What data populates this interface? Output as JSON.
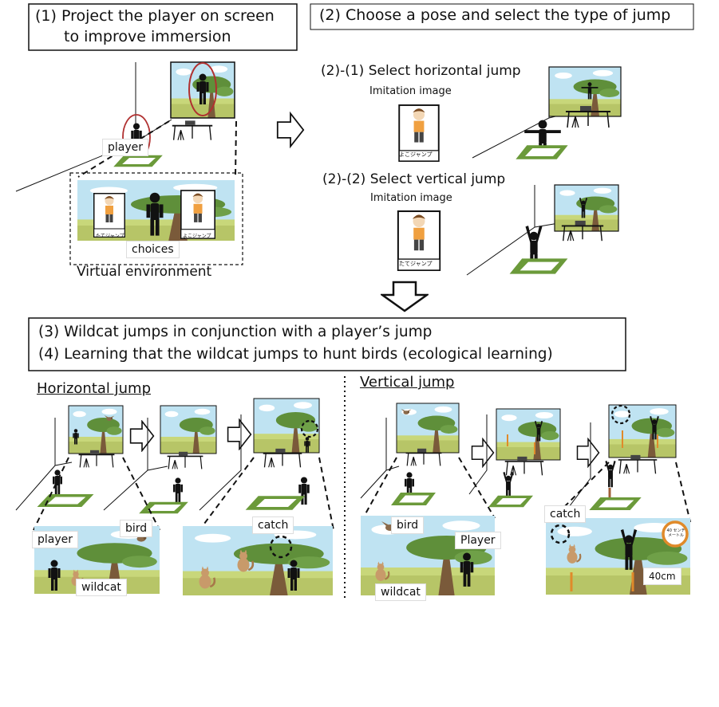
{
  "step1": {
    "title_line1": "(1) Project the player on  screen",
    "title_line2": "to improve immersion"
  },
  "step2": {
    "title": "(2) Choose a pose and select the type of jump"
  },
  "step2_1": {
    "title": "(2)-(1) Select horizontal jump",
    "imitation": "Imitation image",
    "card_caption": "よこジャンプ"
  },
  "step2_2": {
    "title": "(2)-(2) Select vertical jump",
    "imitation": "Imitation image",
    "card_caption": "たてジャンプ"
  },
  "scene1": {
    "player_label": "player",
    "choices_label": "choices",
    "venv_label": "Virtual environment",
    "card_left": "たてジャンプ",
    "card_right": "よこジャンプ"
  },
  "step34": {
    "line3": "(3) Wildcat jumps in conjunction with a player’s jump",
    "line4": "(4) Learning that the wildcat jumps to hunt birds (ecological learning)"
  },
  "horizontal": {
    "heading": "Horizontal jump",
    "player_label": "player",
    "bird_label": "bird",
    "wildcat_label": "wildcat",
    "catch_label": "catch"
  },
  "vertical": {
    "heading": "Vertical jump",
    "bird_label": "bird",
    "player_label": "Player",
    "wildcat_label": "wildcat",
    "catch_label": "catch",
    "height_label": "40cm",
    "sign_label": "40 センチメートル"
  },
  "colors": {
    "sky": "#bfe3f2",
    "grass": "#c8d77a",
    "tree": "#5f8f3a",
    "mat": "#6b9a3a",
    "highlight_red": "#b03030",
    "orange": "#e08a2a"
  }
}
